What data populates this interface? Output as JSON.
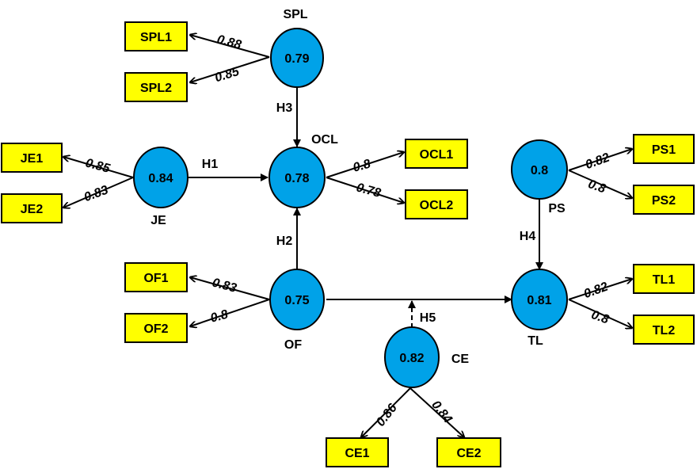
{
  "colors": {
    "construct_fill": "#00A2E8",
    "indicator_fill": "#FFFF00",
    "stroke": "#000000"
  },
  "constructs": {
    "spl": {
      "name": "SPL",
      "value": "0.79"
    },
    "ocl": {
      "name": "OCL",
      "value": "0.78"
    },
    "je": {
      "name": "JE",
      "value": "0.84"
    },
    "of": {
      "name": "OF",
      "value": "0.75"
    },
    "ps": {
      "name": "PS",
      "value": "0.8"
    },
    "tl": {
      "name": "TL",
      "value": "0.81"
    },
    "ce": {
      "name": "CE",
      "value": "0.82"
    }
  },
  "indicators": {
    "spl1": {
      "label": "SPL1",
      "loading": "0.88"
    },
    "spl2": {
      "label": "SPL2",
      "loading": "0.85"
    },
    "je1": {
      "label": "JE1",
      "loading": "0.85"
    },
    "je2": {
      "label": "JE2",
      "loading": "0.83"
    },
    "ocl1": {
      "label": "OCL1",
      "loading": "0.8"
    },
    "ocl2": {
      "label": "OCL2",
      "loading": "0.78"
    },
    "of1": {
      "label": "OF1",
      "loading": "0.83"
    },
    "of2": {
      "label": "OF2",
      "loading": "0.8"
    },
    "ps1": {
      "label": "PS1",
      "loading": "0.82"
    },
    "ps2": {
      "label": "PS2",
      "loading": "0.8"
    },
    "tl1": {
      "label": "TL1",
      "loading": "0.82"
    },
    "tl2": {
      "label": "TL2",
      "loading": "0.8"
    },
    "ce1": {
      "label": "CE1",
      "loading": "0.86"
    },
    "ce2": {
      "label": "CE2",
      "loading": "0.84"
    }
  },
  "hypotheses": {
    "h1": "H1",
    "h2": "H2",
    "h3": "H3",
    "h4": "H4",
    "h5": "H5"
  }
}
